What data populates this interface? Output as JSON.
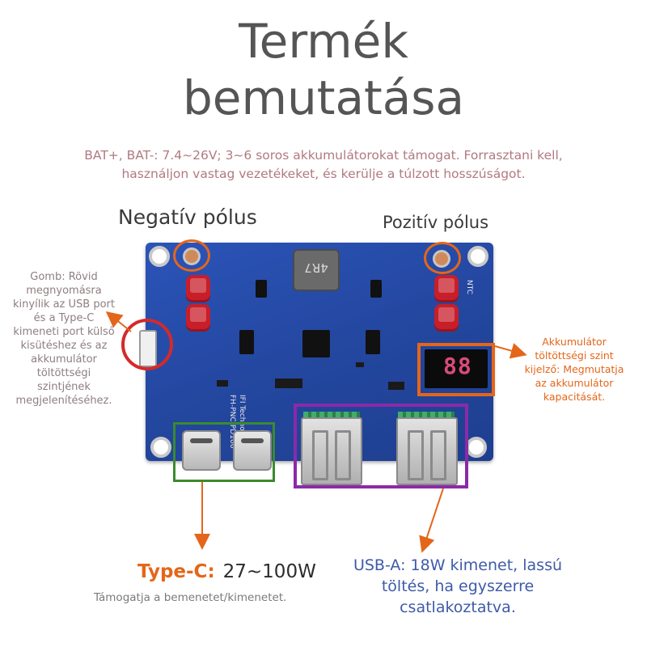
{
  "title": {
    "line1": "Termék",
    "line2": "bemutatása"
  },
  "subtitle": {
    "line1": "BAT+, BAT-: 7.4~26V; 3~6 soros akkumulátorokat támogat. Forrasztani kell,",
    "line2": "használjon vastag vezetékeket, és kerülje a túlzott hosszúságot."
  },
  "poles": {
    "negative": "Negatív pólus",
    "positive": "Pozitív pólus"
  },
  "button_note": "Gomb: Rövid megnyomásra kinyílik az USB port és a Type-C kimeneti port külső kisütéshez és az akkumulátor töltöttségi szintjének megjelenítéséhez.",
  "battery_display_note": "Akkumulátor töltöttségi szint kijelző: Megmutatja az akkumulátor kapacitását.",
  "type_c": {
    "label": "Type-C:",
    "value": "27~100W",
    "note": "Támogatja a bemenetet/kimenetet."
  },
  "usb_a": {
    "line1": "USB-A: 18W kimenet, lassú",
    "line2": "töltés, ha egyszerre",
    "line3": "csatlakoztatva."
  },
  "board": {
    "inductor_marking": "4R7",
    "display_digits": "88",
    "silk_left": "IFI Technology",
    "silk_model": "FH-PNC-PD106",
    "silk_ntc": "NTC"
  },
  "colors": {
    "orange": "#e4661a",
    "red": "#d42a2a",
    "green": "#3c8a2c",
    "purple": "#8b2aa8",
    "board_blue": "#23469e"
  },
  "icons": [
    "switch-button-icon",
    "usb-c-port-icon",
    "usb-a-port-icon",
    "battery-display-icon"
  ]
}
